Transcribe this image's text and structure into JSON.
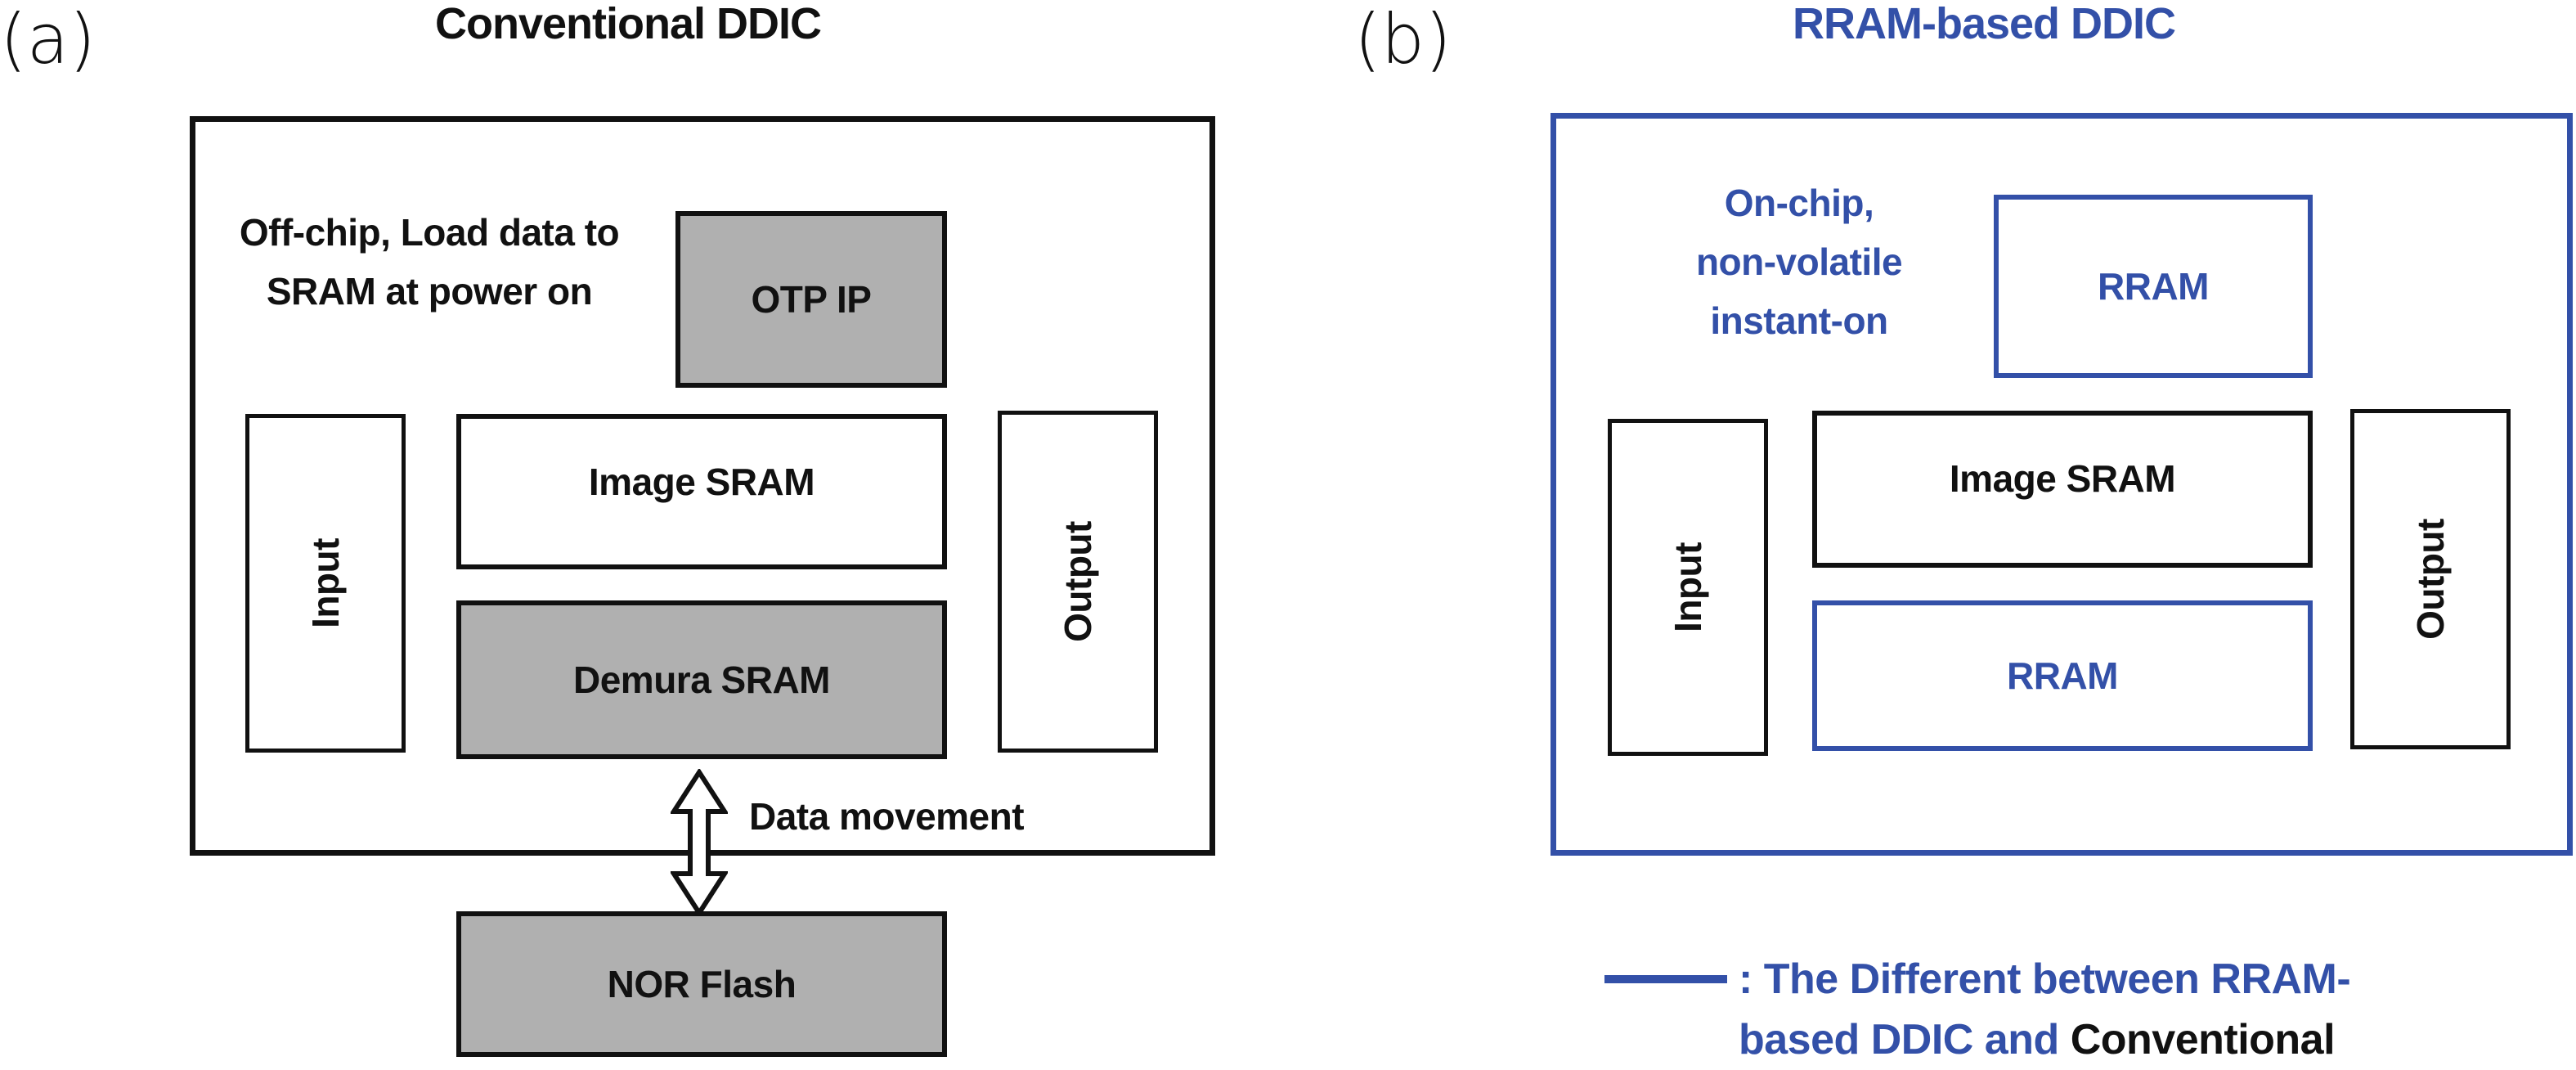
{
  "colors": {
    "accent_blue": "#3350a8",
    "block_gray": "#b0b0b0",
    "line_black": "#111111"
  },
  "panel_a": {
    "label": "(a)",
    "title": "Conventional DDIC",
    "note_lines": [
      "Off-chip, Load data to",
      "SRAM at power on"
    ],
    "blocks": {
      "otp": "OTP IP",
      "input": "Input",
      "image_sram": "Image SRAM",
      "demura_sram": "Demura SRAM",
      "output": "Output",
      "nor_flash": "NOR Flash"
    },
    "arrow_label": "Data movement"
  },
  "panel_b": {
    "label": "(b)",
    "title": "RRAM-based DDIC",
    "note_lines": [
      "On-chip,",
      "non-volatile",
      "instant-on"
    ],
    "blocks": {
      "rram_top": "RRAM",
      "input": "Input",
      "image_sram": "Image SRAM",
      "rram_bottom": "RRAM",
      "output": "Output"
    }
  },
  "legend": {
    "line1": ": The Different between RRAM-",
    "line2_blue": "based DDIC and ",
    "line2_black": "Conventional"
  }
}
